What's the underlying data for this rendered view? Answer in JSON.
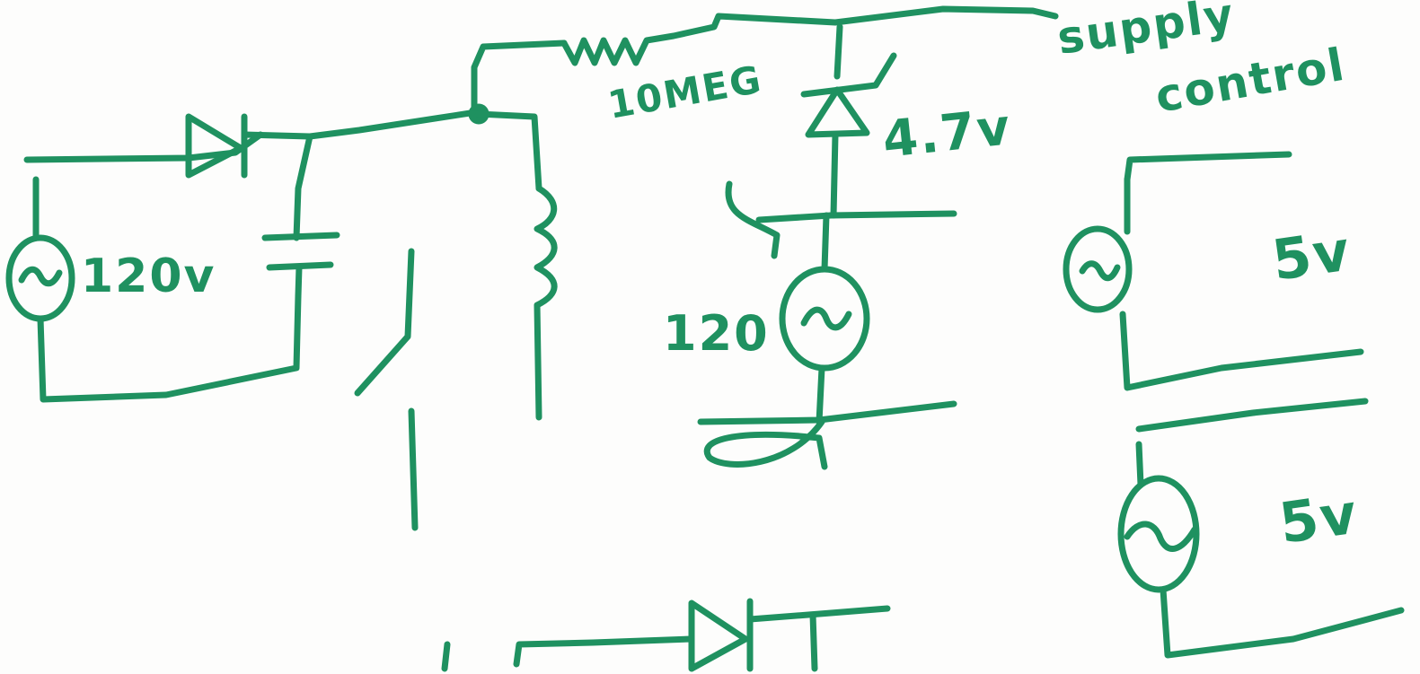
{
  "ink_color": "#1f9160",
  "background": "#fdfdfc",
  "labels": {
    "source_left": "120v",
    "resistor": "10MEG",
    "zener": "4.7v",
    "source_mid": "120",
    "supply_control_line1": "supply",
    "supply_control_line2": "control",
    "output_top": "5v",
    "output_bottom": "5v"
  }
}
